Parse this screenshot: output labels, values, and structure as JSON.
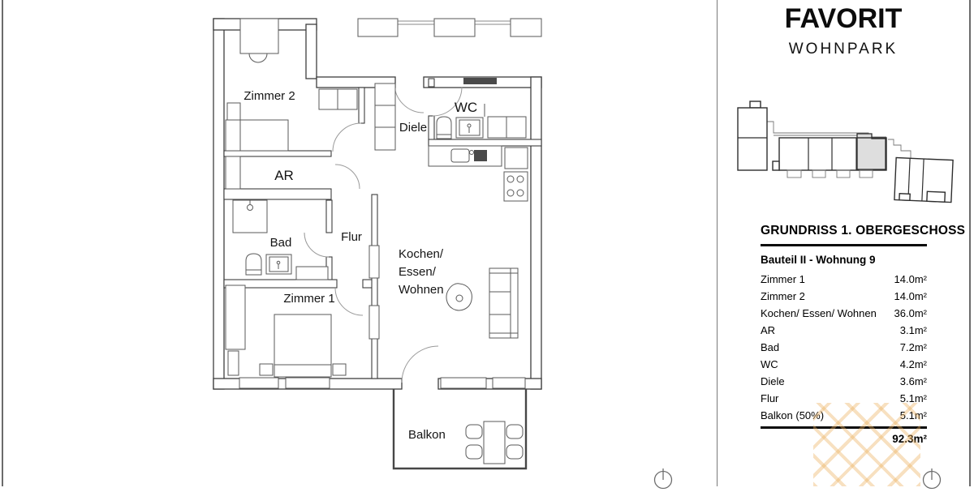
{
  "brand": {
    "title": "FAVORIT",
    "subtitle": "WOHNPARK"
  },
  "info": {
    "section_title": "GRUNDRISS 1. OBERGESCHOSS",
    "unit_header": "Bauteil II - Wohnung 9",
    "rows": [
      {
        "label": "Zimmer 1",
        "area": "14.0m²"
      },
      {
        "label": "Zimmer 2",
        "area": "14.0m²"
      },
      {
        "label": "Kochen/ Essen/ Wohnen",
        "area": "36.0m²"
      },
      {
        "label": "AR",
        "area": "3.1m²"
      },
      {
        "label": "Bad",
        "area": "7.2m²"
      },
      {
        "label": "WC",
        "area": "4.2m²"
      },
      {
        "label": "Diele",
        "area": "3.6m²"
      },
      {
        "label": "Flur",
        "area": "5.1m²"
      },
      {
        "label": "Balkon (50%)",
        "area": "5.1m²"
      }
    ],
    "total_area": "92.3m²"
  },
  "plan": {
    "rooms": {
      "zimmer2": "Zimmer 2",
      "diele": "Diele",
      "wc": "WC",
      "ar": "AR",
      "bad": "Bad",
      "flur": "Flur",
      "zimmer1": "Zimmer 1",
      "kochen_line1": "Kochen/",
      "kochen_line2": "Essen/",
      "kochen_line3": "Wohnen",
      "balkon": "Balkon"
    }
  },
  "colors": {
    "highlighted_unit": "#dedede",
    "watermark": "#ecb262",
    "wall_line": "#3e3e3e"
  }
}
